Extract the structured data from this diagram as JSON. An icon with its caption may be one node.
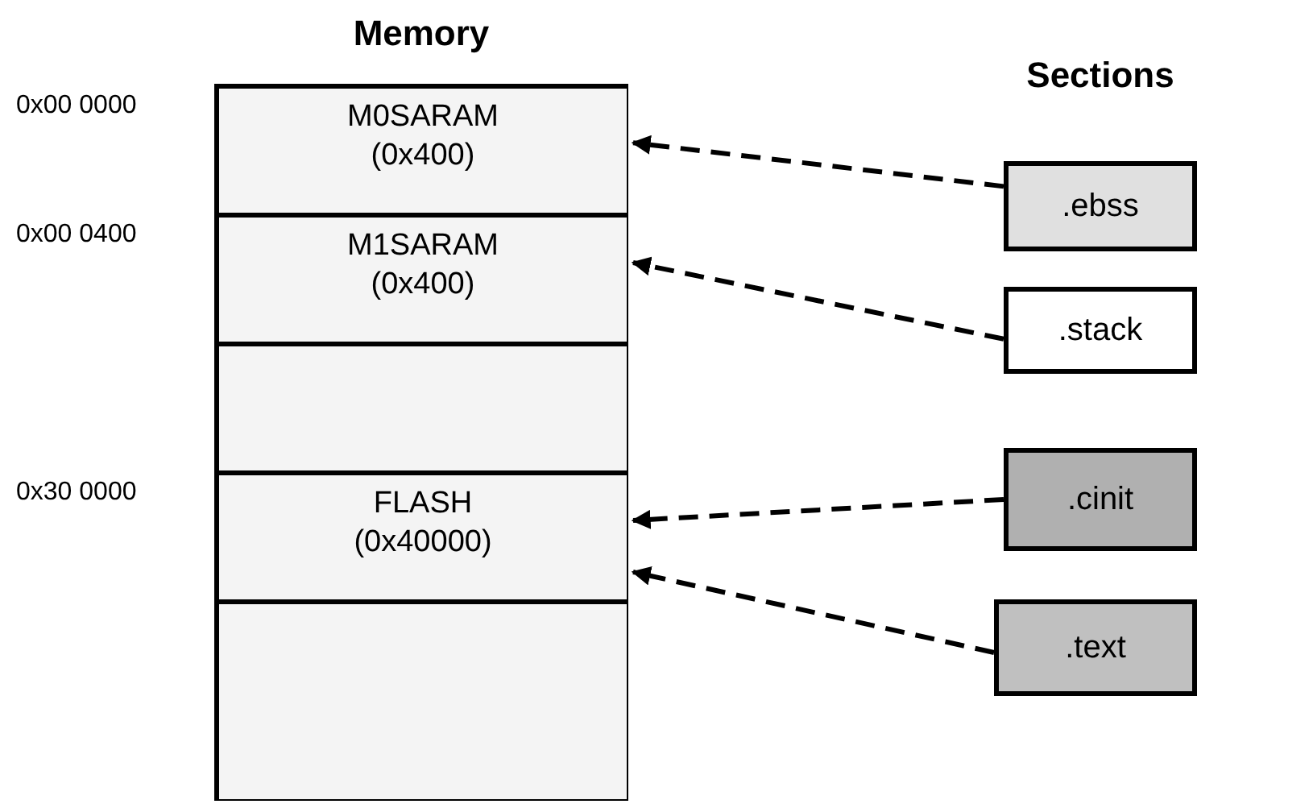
{
  "diagram": {
    "nodes": [
      {
        "text": [
          "Memory"
        ]
      },
      {
        "text": [
          "M0SARAM (0x400)"
        ],
        "in": 0,
        "beside": [
          "0x00 0000"
        ]
      },
      {
        "text": [
          "M1SARAM (0x400)"
        ],
        "in": 0,
        "beside": [
          "0x00 0400"
        ]
      },
      {
        "text": [],
        "shape": "box",
        "in": 0
      },
      {
        "text": [
          "FLASH (0x40000)"
        ],
        "in": 0,
        "beside": [
          "0x30 0000"
        ]
      },
      {
        "text": [],
        "shape": "box",
        "in": 0
      },
      {
        "text": [
          ".ebss"
        ]
      },
      {
        "text": [
          ".stack"
        ]
      },
      {
        "text": [
          ".cinit"
        ]
      },
      {
        "text": [
          ".text"
        ]
      }
    ],
    "edges": [
      {
        "from": 6,
        "to": 1,
        "arrow": "to",
        "style": "dashed"
      },
      {
        "from": 7,
        "to": 2,
        "arrow": "to",
        "style": "dashed"
      },
      {
        "from": 8,
        "to": 4,
        "arrow": "to",
        "style": "dashed"
      },
      {
        "from": 9,
        "to": 4,
        "arrow": "to",
        "style": "dashed"
      }
    ],
    "labels": [
      "Sections"
    ]
  }
}
